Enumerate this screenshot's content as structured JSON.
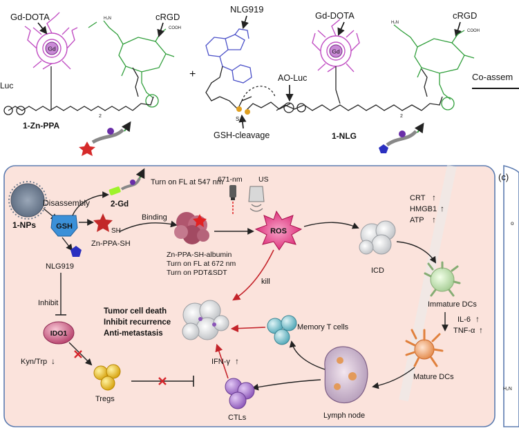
{
  "top": {
    "gd_dota_1": "Gd-DOTA",
    "crgd_1": "cRGD",
    "gd_1": "Gd",
    "luc_fragment": "Luc",
    "cooh_1": "COOH",
    "index_2_a": "2",
    "compound_1": "1-Zn-PPA",
    "plus": "+",
    "nlg919": "NLG919",
    "gsh_cleavage": "GSH-cleavage",
    "s_atom": "S",
    "gd_dota_2": "Gd-DOTA",
    "crgd_2": "cRGD",
    "gd_2": "Gd",
    "cooh_2": "COOH",
    "ao_luc": "AO-Luc",
    "index_2_b": "2",
    "compound_2": "1-NLG",
    "co_assembly": "Co-assem"
  },
  "bottom": {
    "panel_c_label": "(c)",
    "np_label": "1-NPs",
    "disassembly": "Disassembly",
    "gsh": "GSH",
    "gd2": "2-Gd",
    "fl547": "Turn on FL at 547 nm",
    "znppa_sh": "Zn-PPA-SH",
    "sh_group": "SH",
    "nlg919": "NLG919",
    "binding": "Binding",
    "wavelength": "671-nm",
    "us": "US",
    "albumin_line1": "Zn-PPA-SH-albumin",
    "albumin_line2": "Turn on FL at 672 nm",
    "albumin_line3": "Turn on PDT&SDT",
    "ros": "ROS",
    "kill": "kill",
    "icd": "ICD",
    "crt": "CRT",
    "hmgb1": "HMGB1",
    "atp": "ATP",
    "up_arrow": "↑",
    "immature_dcs": "Immature DCs",
    "il6": "IL-6",
    "tnfa": "TNF-α",
    "mature_dcs": "Mature DCs",
    "inhibit": "Inhibit",
    "ido1": "IDO1",
    "kyn_trp": "Kyn/Trp",
    "down_arrow": "↓",
    "tregs": "Tregs",
    "tumor_death": "Tumor cell death",
    "inhibit_recurrence": "Inhibit recurrence",
    "anti_metastasis": "Anti-metastasis",
    "memory_t": "Memory T cells",
    "ifn": "IFN-γ",
    "ctls": "CTLs",
    "lymph_node": "Lymph node",
    "h2n": "H₂N",
    "right_fragment_o": "o"
  },
  "colors": {
    "panel_bg": "#fbe3dc",
    "panel_border": "#5b7bb0",
    "dota": "#c14fc3",
    "crgd": "#2f9e3a",
    "nlg919": "#4a50c8",
    "disulfide": "#e0a020",
    "ros": "#d81e6e",
    "red_text": "#d6252b"
  }
}
